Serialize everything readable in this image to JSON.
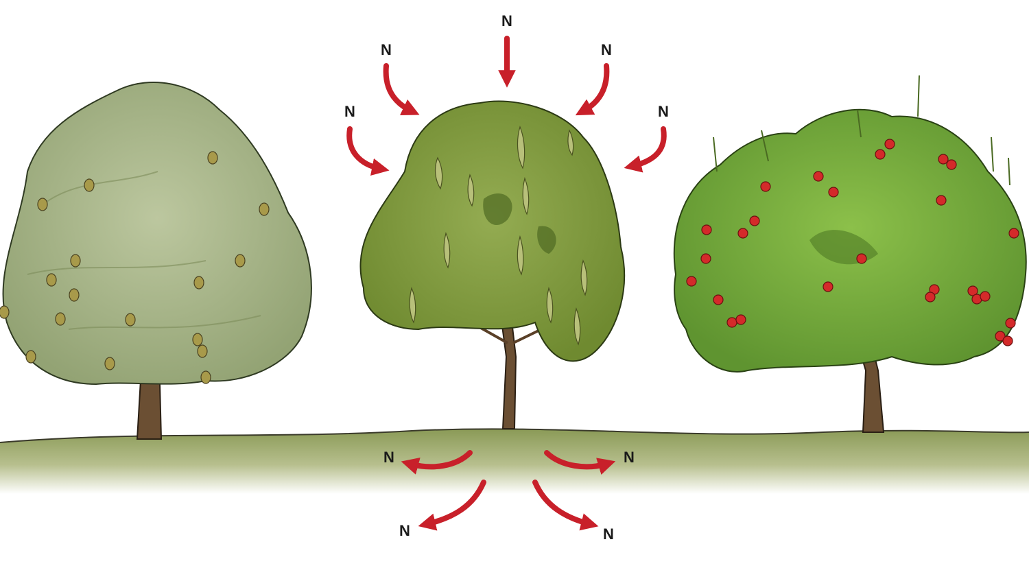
{
  "labels": {
    "in_1": "N",
    "in_2": "N",
    "in_3": "N",
    "in_4": "N",
    "in_5": "N",
    "out_1": "N",
    "out_2": "N",
    "out_3": "N",
    "out_4": "N"
  },
  "trees": [
    {
      "fruit": "pear"
    },
    {
      "fruit": "pod"
    },
    {
      "fruit": "apple"
    }
  ],
  "colors": {
    "arrow": "#c8202a",
    "ground_top": "#8a9a56",
    "pear_foliage": "#a8b48a",
    "center_foliage": "#7f9a3c",
    "apple_foliage": "#74a83a",
    "apple_fruit": "#d42a2a",
    "pear_fruit": "#a89a4a",
    "trunk": "#6b4f33"
  }
}
